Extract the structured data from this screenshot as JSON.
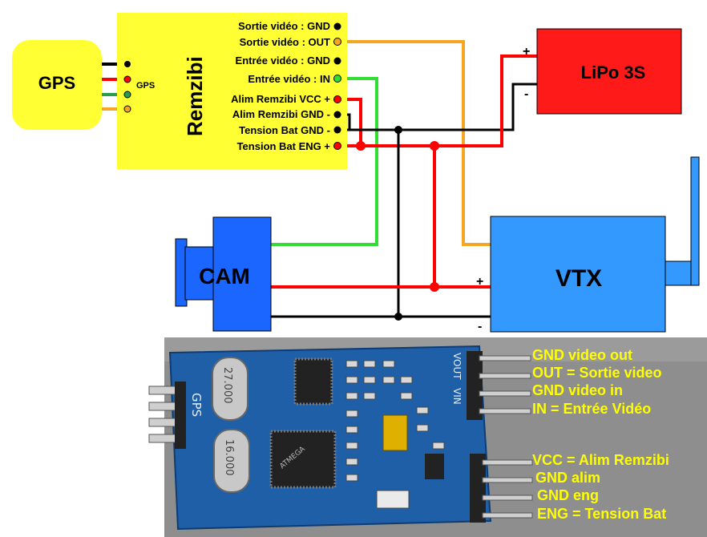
{
  "gps_box": {
    "label": "GPS"
  },
  "remzibi": {
    "title": "Remzibi",
    "gps_label": "GPS",
    "pins": [
      {
        "label": "Sortie vidéo : GND",
        "color": "#000000"
      },
      {
        "label": "Sortie vidéo : OUT",
        "color": "#f5a623"
      },
      {
        "label": "Entrée vidéo : GND",
        "color": "#000000"
      },
      {
        "label": "Entrée vidéo : IN",
        "color": "#33dd33"
      },
      {
        "label": "Alim Remzibi VCC +",
        "color": "#ff0000"
      },
      {
        "label": "Alim Remzibi GND -",
        "color": "#000000"
      },
      {
        "label": "Tension Bat GND -",
        "color": "#000000"
      },
      {
        "label": "Tension Bat ENG +",
        "color": "#ff0000"
      }
    ]
  },
  "lipo": {
    "label": "LiPo 3S",
    "plus": "+",
    "minus": "-"
  },
  "cam": {
    "label": "CAM"
  },
  "vtx": {
    "label": "VTX",
    "plus": "+",
    "minus": "-"
  },
  "board_photo": {
    "silkscreen_gps": "GPS",
    "silkscreen_vout": "VOUT",
    "silkscreen_vin": "VIN",
    "crystal_top": "27.000",
    "crystal_bottom": "16.000",
    "chip_main": "ATMEGA",
    "annotations": [
      "GND video out",
      "OUT = Sortie video",
      "GND video in",
      "IN = Entrée Vidéo",
      "VCC = Alim Remzibi",
      "GND alim",
      "GND eng",
      "ENG = Tension Bat"
    ]
  },
  "colors": {
    "yellow": "#ffff33",
    "red_box": "#ff1a1a",
    "blue_box": "#3399ff",
    "cam_blue": "#1a66ff",
    "wire_red": "#ff0000",
    "wire_black": "#000000",
    "wire_orange": "#f5a623",
    "wire_green": "#33dd33",
    "pcb": "#1f5fa8",
    "annotation_text": "#ffff00"
  }
}
